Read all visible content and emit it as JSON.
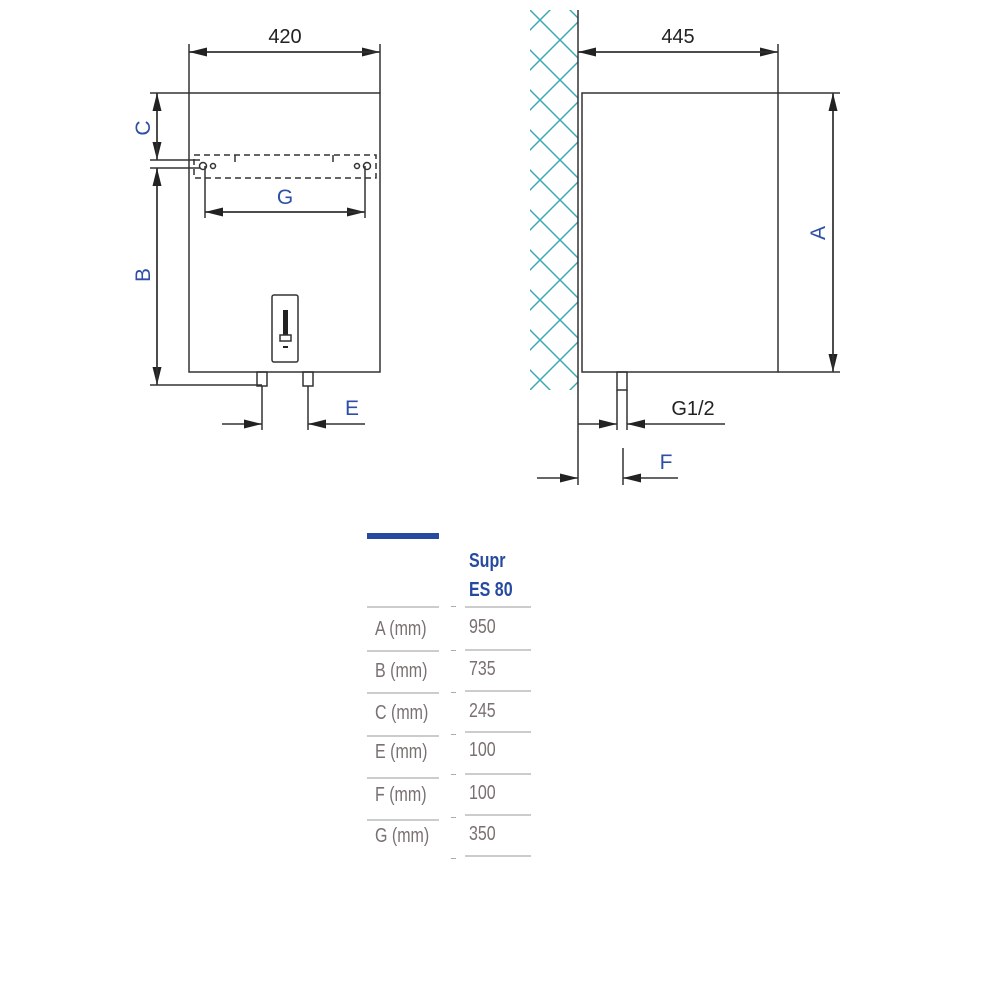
{
  "drawing": {
    "front": {
      "width_label": "420",
      "c_label": "C",
      "b_label": "B",
      "g_label": "G",
      "e_label": "E"
    },
    "side": {
      "depth_label": "445",
      "a_label": "A",
      "g12_label": "G1/2",
      "f_label": "F"
    },
    "colors": {
      "label": "#2f4fa6",
      "hatch": "#3aa9b4",
      "line": "#333333"
    }
  },
  "table": {
    "header": [
      "Supr",
      "ES 80"
    ],
    "rows": [
      {
        "label": "A (mm)",
        "value": "950"
      },
      {
        "label": "B (mm)",
        "value": "735"
      },
      {
        "label": "C (mm)",
        "value": "245"
      },
      {
        "label": "E (mm)",
        "value": "100"
      },
      {
        "label": "F (mm)",
        "value": "100"
      },
      {
        "label": "G (mm)",
        "value": "350"
      }
    ]
  }
}
